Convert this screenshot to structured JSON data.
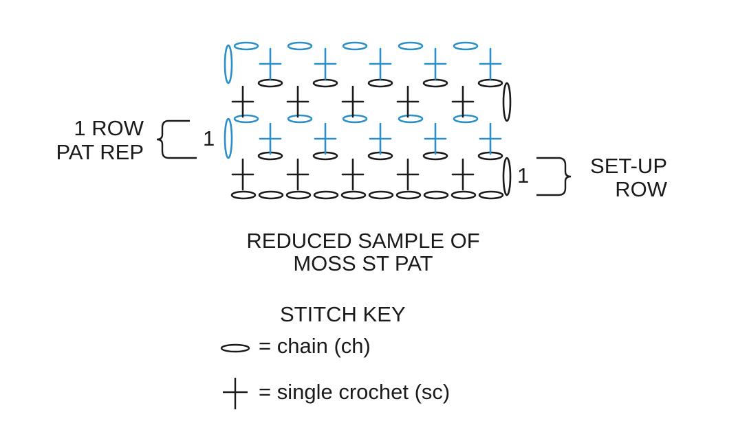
{
  "diagram": {
    "left_label": {
      "line1": "1 ROW",
      "line2": "PAT REP",
      "row_number": "1"
    },
    "right_label": {
      "line1": "SET-UP",
      "line2": "ROW",
      "row_number": "1"
    },
    "caption": {
      "line1": "REDUCED SAMPLE OF",
      "line2": "MOSS ST PAT"
    },
    "colors": {
      "pattern_rows": "#2a8fc8",
      "base_rows": "#1a1a1a"
    }
  },
  "key": {
    "title": "STITCH KEY",
    "items": [
      {
        "symbol": "chain-icon",
        "text": "= chain (ch)"
      },
      {
        "symbol": "single-crochet-icon",
        "text": "= single crochet (sc)"
      }
    ]
  }
}
